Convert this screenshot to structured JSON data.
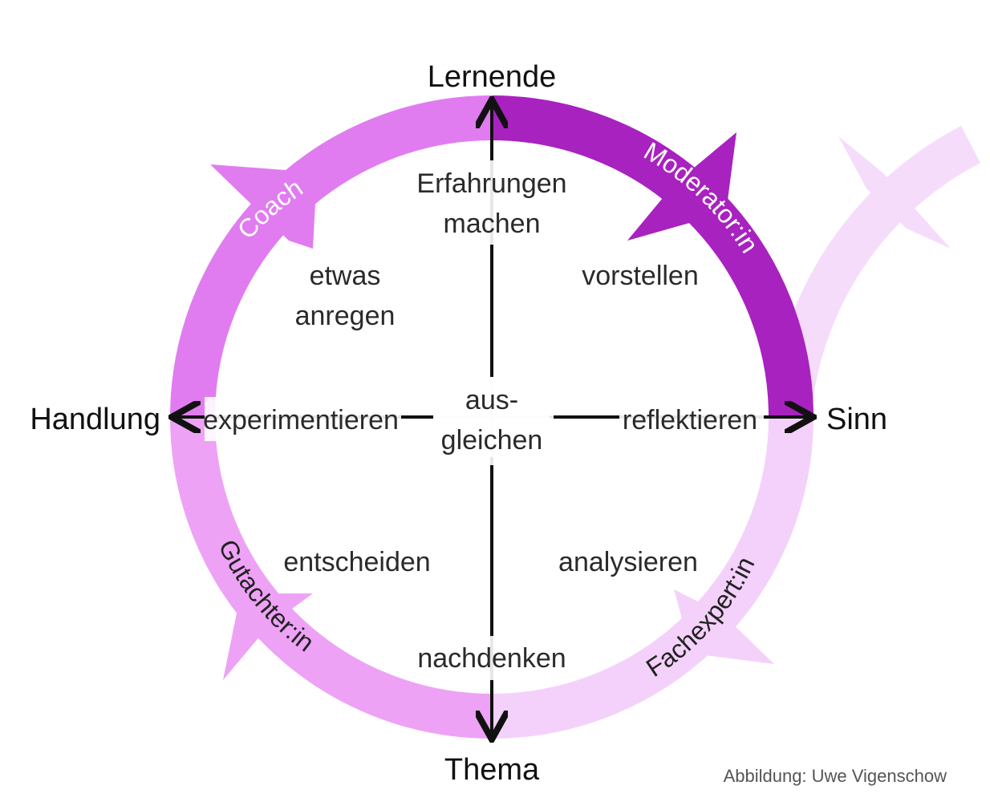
{
  "poles": {
    "top": "Lernende",
    "bottom": "Thema",
    "left": "Handlung",
    "right": "Sinn"
  },
  "roles": {
    "top_left": "Coach",
    "top_right": "Moderator:in",
    "bottom_left": "Gutachter:in",
    "bottom_right": "Fachexpert:in"
  },
  "activities": {
    "top": [
      "Erfahrungen",
      "machen"
    ],
    "top_left": [
      "etwas",
      "anregen"
    ],
    "top_right": "vorstellen",
    "left": "experimentieren",
    "center": [
      "aus-",
      "gleichen"
    ],
    "right": "reflektieren",
    "bottom_left": "entscheiden",
    "bottom_right": "analysieren",
    "bottom": "nachdenken"
  },
  "credit": "Abbildung: Uwe Vigenschow",
  "colors": {
    "quadrant_top_left": "#e07cf0",
    "quadrant_top_right": "#a822bf",
    "quadrant_bottom_left": "#eda2f5",
    "quadrant_bottom_right": "#f4d1fa",
    "axis": "#111111",
    "gridline": "#e4e4e4"
  }
}
